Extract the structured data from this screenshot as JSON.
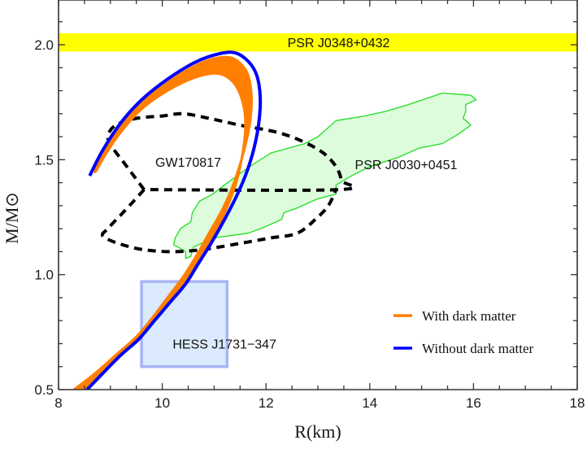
{
  "chart_data": {
    "type": "line",
    "title": "",
    "xlabel": "R(km)",
    "ylabel": "M/M⊙",
    "xlim": [
      8,
      18
    ],
    "ylim": [
      0.5,
      2.2
    ],
    "grid": false,
    "legend_position": "lower right",
    "x_ticks": [
      8,
      10,
      12,
      14,
      16,
      18
    ],
    "x_tick_labels": [
      "8",
      "10",
      "12",
      "14",
      "16",
      "18"
    ],
    "x_minor_step": 0.5,
    "y_ticks": [
      0.5,
      1.0,
      1.5,
      2.0
    ],
    "y_tick_labels": [
      "0.5",
      "1.0",
      "1.5",
      "2.0"
    ],
    "y_minor_step": 0.1,
    "series": [
      {
        "name": "Without dark matter",
        "color": "#0000ff",
        "style": "line",
        "points": [
          [
            8.55,
            0.5
          ],
          [
            8.85,
            0.57
          ],
          [
            9.2,
            0.65
          ],
          [
            9.55,
            0.72
          ],
          [
            9.85,
            0.8
          ],
          [
            10.15,
            0.88
          ],
          [
            10.45,
            0.96
          ],
          [
            10.7,
            1.05
          ],
          [
            10.95,
            1.14
          ],
          [
            11.2,
            1.24
          ],
          [
            11.45,
            1.35
          ],
          [
            11.65,
            1.46
          ],
          [
            11.8,
            1.58
          ],
          [
            11.88,
            1.7
          ],
          [
            11.88,
            1.8
          ],
          [
            11.8,
            1.88
          ],
          [
            11.6,
            1.94
          ],
          [
            11.35,
            1.967
          ],
          [
            11.0,
            1.955
          ],
          [
            10.6,
            1.92
          ],
          [
            10.1,
            1.85
          ],
          [
            9.6,
            1.76
          ],
          [
            9.2,
            1.66
          ],
          [
            8.85,
            1.54
          ],
          [
            8.6,
            1.43
          ]
        ]
      },
      {
        "name": "With dark matter",
        "color": "#ff7f00",
        "style": "band",
        "upper": [
          [
            8.3,
            0.5
          ],
          [
            8.7,
            0.57
          ],
          [
            9.1,
            0.65
          ],
          [
            9.5,
            0.73
          ],
          [
            9.8,
            0.81
          ],
          [
            10.1,
            0.9
          ],
          [
            10.4,
            0.99
          ],
          [
            10.65,
            1.08
          ],
          [
            10.9,
            1.18
          ],
          [
            11.15,
            1.28
          ],
          [
            11.35,
            1.38
          ],
          [
            11.5,
            1.48
          ],
          [
            11.62,
            1.58
          ],
          [
            11.7,
            1.68
          ],
          [
            11.72,
            1.78
          ],
          [
            11.65,
            1.87
          ],
          [
            11.5,
            1.92
          ],
          [
            11.3,
            1.945
          ],
          [
            11.0,
            1.94
          ],
          [
            10.6,
            1.905
          ],
          [
            10.1,
            1.835
          ],
          [
            9.6,
            1.745
          ],
          [
            9.2,
            1.645
          ],
          [
            8.9,
            1.54
          ],
          [
            8.7,
            1.46
          ]
        ],
        "lower": [
          [
            8.5,
            0.5
          ],
          [
            8.8,
            0.56
          ],
          [
            9.15,
            0.64
          ],
          [
            9.5,
            0.71
          ],
          [
            9.8,
            0.79
          ],
          [
            10.1,
            0.87
          ],
          [
            10.4,
            0.95
          ],
          [
            10.65,
            1.04
          ],
          [
            10.9,
            1.13
          ],
          [
            11.1,
            1.22
          ],
          [
            11.3,
            1.32
          ],
          [
            11.45,
            1.42
          ],
          [
            11.55,
            1.53
          ],
          [
            11.6,
            1.63
          ],
          [
            11.58,
            1.72
          ],
          [
            11.45,
            1.81
          ],
          [
            11.25,
            1.86
          ],
          [
            11.0,
            1.875
          ],
          [
            10.6,
            1.855
          ],
          [
            10.1,
            1.8
          ],
          [
            9.6,
            1.72
          ],
          [
            9.2,
            1.62
          ],
          [
            8.9,
            1.52
          ],
          [
            8.72,
            1.45
          ],
          [
            8.7,
            1.46
          ]
        ]
      }
    ],
    "regions": [
      {
        "name": "PSR J0348+0432",
        "type": "horizontal_band",
        "ymin": 1.97,
        "ymax": 2.05,
        "fill": "#ffff00",
        "label_pos": [
          13.4,
          2.01
        ]
      },
      {
        "name": "PSR J0030+0451",
        "type": "filled_contour",
        "fill": "#dcfcdc",
        "stroke": "#22dd22",
        "label_pos": [
          14.7,
          1.48
        ],
        "polygon": [
          [
            10.22,
            1.13
          ],
          [
            10.25,
            1.16
          ],
          [
            10.35,
            1.2
          ],
          [
            10.55,
            1.23
          ],
          [
            10.58,
            1.27
          ],
          [
            10.72,
            1.32
          ],
          [
            10.97,
            1.35
          ],
          [
            11.2,
            1.39
          ],
          [
            11.5,
            1.44
          ],
          [
            11.75,
            1.48
          ],
          [
            12.1,
            1.53
          ],
          [
            12.75,
            1.57
          ],
          [
            13.0,
            1.6
          ],
          [
            13.15,
            1.63
          ],
          [
            13.35,
            1.67
          ],
          [
            13.9,
            1.69
          ],
          [
            14.3,
            1.71
          ],
          [
            14.75,
            1.74
          ],
          [
            15.4,
            1.79
          ],
          [
            15.95,
            1.78
          ],
          [
            16.05,
            1.76
          ],
          [
            15.85,
            1.74
          ],
          [
            15.85,
            1.71
          ],
          [
            15.8,
            1.68
          ],
          [
            15.95,
            1.65
          ],
          [
            15.7,
            1.61
          ],
          [
            15.4,
            1.57
          ],
          [
            14.95,
            1.55
          ],
          [
            14.55,
            1.51
          ],
          [
            14.0,
            1.47
          ],
          [
            13.65,
            1.43
          ],
          [
            13.35,
            1.39
          ],
          [
            13.35,
            1.35
          ],
          [
            13.0,
            1.33
          ],
          [
            12.6,
            1.29
          ],
          [
            12.35,
            1.27
          ],
          [
            12.3,
            1.24
          ],
          [
            11.9,
            1.2
          ],
          [
            11.65,
            1.18
          ],
          [
            11.0,
            1.16
          ],
          [
            10.6,
            1.12
          ],
          [
            10.55,
            1.08
          ],
          [
            10.45,
            1.07
          ],
          [
            10.45,
            1.1
          ],
          [
            10.3,
            1.12
          ]
        ]
      },
      {
        "name": "GW170817",
        "type": "dashed_contour",
        "stroke": "#000000",
        "label_pos": [
          10.5,
          1.49
        ],
        "upper_polygon": [
          [
            9.65,
            1.37
          ],
          [
            9.45,
            1.43
          ],
          [
            9.25,
            1.49
          ],
          [
            9.05,
            1.55
          ],
          [
            8.95,
            1.6
          ],
          [
            9.1,
            1.65
          ],
          [
            9.5,
            1.68
          ],
          [
            10.0,
            1.69
          ],
          [
            10.4,
            1.7
          ],
          [
            10.9,
            1.68
          ],
          [
            11.5,
            1.65
          ],
          [
            12.2,
            1.62
          ],
          [
            12.7,
            1.58
          ],
          [
            13.1,
            1.53
          ],
          [
            13.35,
            1.47
          ],
          [
            13.45,
            1.41
          ],
          [
            13.4,
            1.37
          ],
          [
            9.65,
            1.37
          ]
        ],
        "lower_polygon": [
          [
            9.65,
            1.37
          ],
          [
            9.45,
            1.32
          ],
          [
            9.2,
            1.26
          ],
          [
            8.95,
            1.2
          ],
          [
            8.85,
            1.17
          ],
          [
            9.1,
            1.14
          ],
          [
            9.6,
            1.11
          ],
          [
            10.2,
            1.1
          ],
          [
            10.8,
            1.11
          ],
          [
            11.6,
            1.14
          ],
          [
            12.1,
            1.16
          ],
          [
            12.6,
            1.18
          ],
          [
            12.95,
            1.24
          ],
          [
            13.2,
            1.3
          ],
          [
            13.35,
            1.37
          ]
        ]
      },
      {
        "name": "HESS J1731−347",
        "type": "rectangle",
        "xmin": 9.6,
        "xmax": 11.25,
        "ymin": 0.6,
        "ymax": 0.97,
        "fill": "#dbeafc",
        "stroke": "#a8b4f8",
        "label_pos": [
          11.2,
          0.7
        ]
      }
    ],
    "legend": [
      {
        "label": "With dark matter",
        "color": "#ff7f00"
      },
      {
        "label": "Without dark matter",
        "color": "#0000ff"
      }
    ]
  }
}
